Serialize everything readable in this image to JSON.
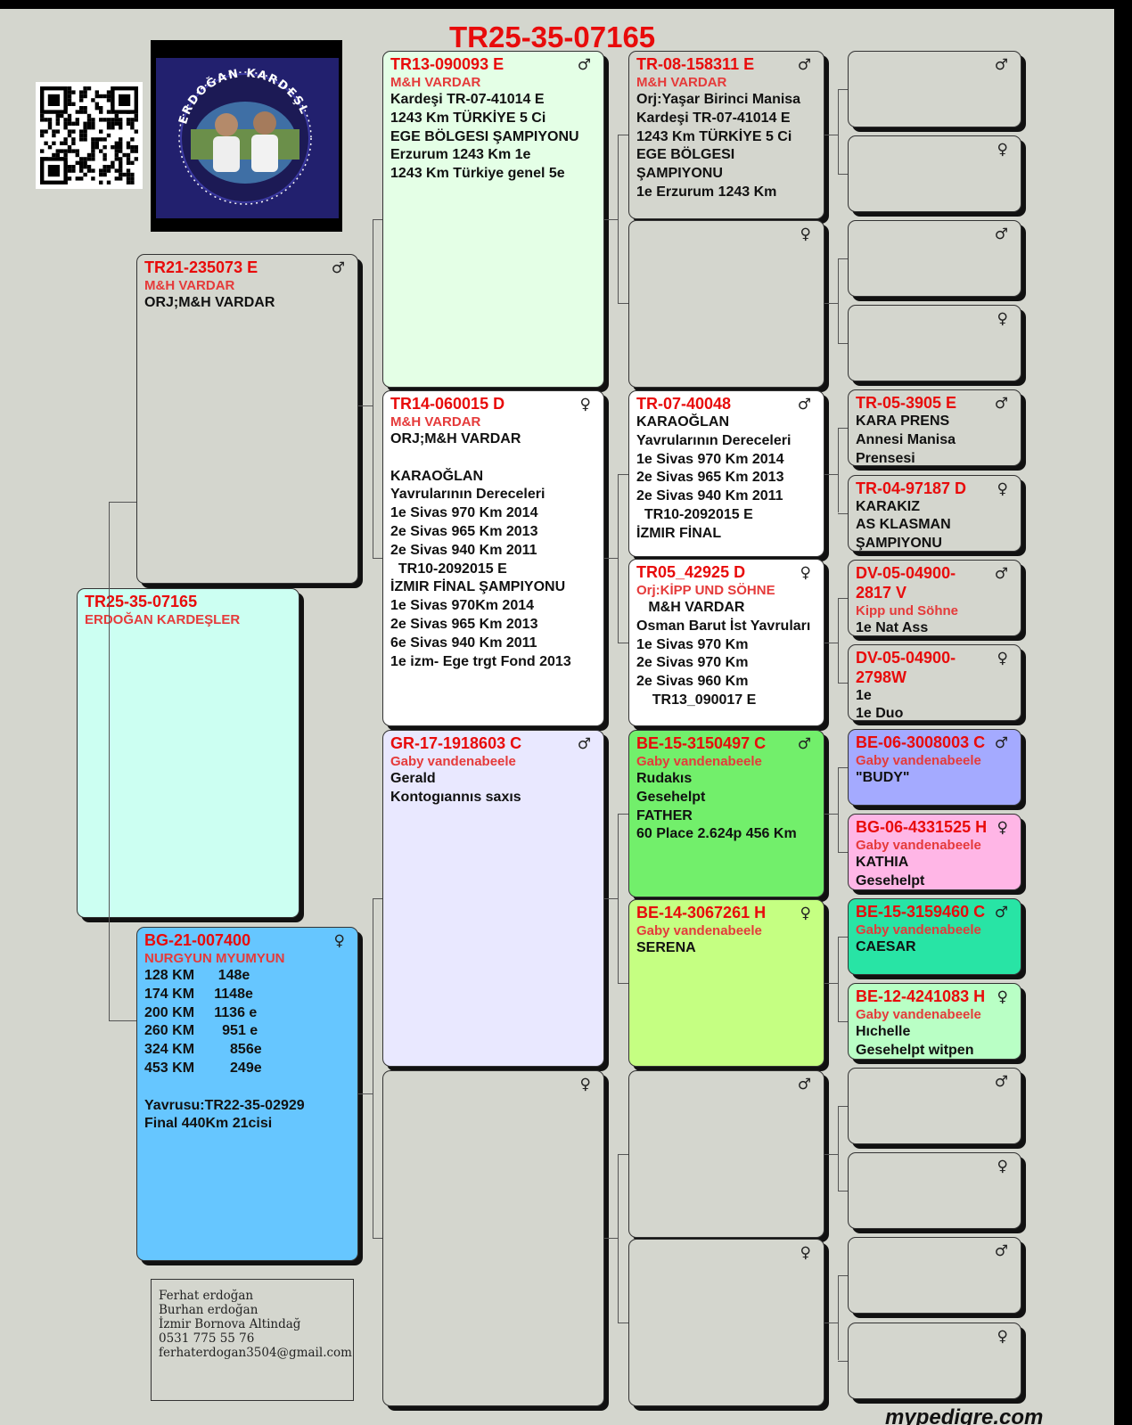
{
  "header": {
    "title": "TR25-35-07165",
    "footer": "mypedigre.com",
    "logo_alt": "ERDOĞAN KARDEŞLER PIGEON 35"
  },
  "contact": {
    "lines": [
      "Ferhat erdoğan",
      "Burhan erdoğan",
      "İzmir Bornova Altindağ",
      "0531 775 55 76",
      "",
      "ferhaterdogan3504@gmail.com"
    ]
  },
  "colors": {
    "ring": "#e80b0b",
    "breeder": "#e53a3a",
    "page_bg": "#d4d6ce"
  },
  "cards": [
    {
      "id": "subject",
      "ring": "TR25-35-07165",
      "breeder": "ERDOĞAN KARDEŞLER",
      "sex": "",
      "lines": []
    },
    {
      "id": "sire",
      "ring": "TR21-235073 E",
      "breeder": "M&H VARDAR",
      "sex": "♂",
      "lines": [
        "ORJ;M&H VARDAR"
      ]
    },
    {
      "id": "dam",
      "ring": "BG-21-007400",
      "breeder": "NURGYUN MYUMYUN",
      "sex": "♀",
      "lines": [
        "128 KM      148e",
        "174 KM     1148e",
        "200 KM     1136 e",
        "260 KM       951 e",
        "324 KM         856e",
        "453 KM         249e",
        "",
        "Yavrusu:TR22-35-02929",
        "Final 440Km 21cisi"
      ]
    },
    {
      "id": "ss",
      "ring": "TR13-090093 E",
      "breeder": "M&H VARDAR",
      "sex": "♂",
      "lines": [
        "Kardeşi TR-07-41014 E",
        "1243 Km TÜRKİYE 5 Ci",
        "EGE BÖLGESI ŞAMPIYONU",
        "Erzurum 1243 Km 1e",
        "1243 Km Türkiye genel 5e"
      ]
    },
    {
      "id": "sd",
      "ring": "TR14-060015 D",
      "breeder": "M&H VARDAR",
      "sex": "♀",
      "lines": [
        "ORJ;M&H VARDAR",
        "",
        "KARAOĞLAN",
        "Yavrularının Dereceleri",
        "1e Sivas 970 Km 2014",
        "2e Sivas 965 Km 2013",
        "2e Sivas 940 Km 2011",
        "  TR10-2092015 E",
        "İZMIR FİNAL ŞAMPIYONU",
        "1e Sivas 970Km 2014",
        "2e Sivas 965 Km 2013",
        "6e Sivas 940 Km 2011",
        "1e izm- Ege trgt Fond 2013"
      ]
    },
    {
      "id": "ds",
      "ring": "GR-17-1918603 C",
      "breeder": "Gaby vandenabeele",
      "sex": "♂",
      "lines": [
        "Gerald",
        "Kontogıannıs saxıs"
      ]
    },
    {
      "id": "dd",
      "ring": "",
      "breeder": "",
      "sex": "♀",
      "lines": []
    },
    {
      "id": "sss",
      "ring": "TR-08-158311 E",
      "breeder": "M&H VARDAR",
      "sex": "♂",
      "lines": [
        "Orj:Yaşar Birinci Manisa",
        "Kardeşi TR-07-41014 E",
        "1243 Km TÜRKİYE 5 Ci",
        "EGE BÖLGESI",
        "ŞAMPIYONU",
        "1e Erzurum 1243 Km"
      ]
    },
    {
      "id": "ssd",
      "ring": "",
      "breeder": "",
      "sex": "♀",
      "lines": []
    },
    {
      "id": "sds",
      "ring": "TR-07-40048",
      "breeder": "",
      "sex": "♂",
      "lines": [
        "KARAOĞLAN",
        "Yavrularının Dereceleri",
        "1e Sivas 970 Km 2014",
        "2e Sivas 965 Km 2013",
        "2e Sivas 940 Km 2011",
        "  TR10-2092015 E",
        "İZMIR FİNAL"
      ]
    },
    {
      "id": "sdd",
      "ring": "TR05_42925 D",
      "breeder": "Orj:KİPP UND SÖHNE",
      "sex": "♀",
      "lines": [
        "   M&H VARDAR",
        "Osman Barut İst Yavruları",
        "1e Sivas 970 Km",
        "2e Sivas 970 Km",
        "2e Sivas 960 Km",
        "    TR13_090017 E"
      ]
    },
    {
      "id": "dss",
      "ring": "BE-15-3150497 C",
      "breeder": "Gaby vandenabeele",
      "sex": "♂",
      "lines": [
        "Rudakıs",
        "Gesehelpt",
        "FATHER",
        "60 Place 2.624p 456 Km"
      ]
    },
    {
      "id": "dsd",
      "ring": "BE-14-3067261 H",
      "breeder": "Gaby vandenabeele",
      "sex": "♀",
      "lines": [
        "SERENA"
      ]
    },
    {
      "id": "dds",
      "ring": "",
      "breeder": "",
      "sex": "♂",
      "lines": []
    },
    {
      "id": "ddd",
      "ring": "",
      "breeder": "",
      "sex": "♀",
      "lines": []
    },
    {
      "id": "g4-1",
      "ring": "",
      "breeder": "",
      "sex": "♂",
      "lines": []
    },
    {
      "id": "g4-2",
      "ring": "",
      "breeder": "",
      "sex": "♀",
      "lines": []
    },
    {
      "id": "g4-3",
      "ring": "",
      "breeder": "",
      "sex": "♂",
      "lines": []
    },
    {
      "id": "g4-4",
      "ring": "",
      "breeder": "",
      "sex": "♀",
      "lines": []
    },
    {
      "id": "g4-5",
      "ring": "TR-05-3905 E",
      "breeder": "",
      "sex": "♂",
      "lines": [
        "KARA PRENS",
        "Annesi Manisa",
        "Prensesi"
      ]
    },
    {
      "id": "g4-6",
      "ring": "TR-04-97187 D",
      "breeder": "",
      "sex": "♀",
      "lines": [
        "KARAKIZ",
        "AS KLASMAN",
        "ŞAMPIYONU"
      ]
    },
    {
      "id": "g4-7",
      "ring": "DV-05-04900-2817 V",
      "breeder": "Kipp und Söhne",
      "sex": "♂",
      "lines": [
        "1e Nat Ass"
      ]
    },
    {
      "id": "g4-8",
      "ring": "DV-05-04900-2798W",
      "breeder": "",
      "sex": "♀",
      "lines": [
        "1e",
        "1e Duo"
      ]
    },
    {
      "id": "g4-9",
      "ring": "BE-06-3008003 C",
      "breeder": "Gaby vandenabeele",
      "sex": "♂",
      "lines": [
        "\"BUDY\""
      ]
    },
    {
      "id": "g4-10",
      "ring": "BG-06-4331525 H",
      "breeder": "Gaby vandenabeele",
      "sex": "♀",
      "lines": [
        "KATHIA",
        "Gesehelpt"
      ]
    },
    {
      "id": "g4-11",
      "ring": "BE-15-3159460 C",
      "breeder": "Gaby vandenabeele",
      "sex": "♂",
      "lines": [
        "CAESAR"
      ]
    },
    {
      "id": "g4-12",
      "ring": "BE-12-4241083 H",
      "breeder": "Gaby vandenabeele",
      "sex": "♀",
      "lines": [
        "Hıchelle",
        "Gesehelpt witpen"
      ]
    },
    {
      "id": "g4-13",
      "ring": "",
      "breeder": "",
      "sex": "♂",
      "lines": []
    },
    {
      "id": "g4-14",
      "ring": "",
      "breeder": "",
      "sex": "♀",
      "lines": []
    },
    {
      "id": "g4-15",
      "ring": "",
      "breeder": "",
      "sex": "♂",
      "lines": []
    },
    {
      "id": "g4-16",
      "ring": "",
      "breeder": "",
      "sex": "♀",
      "lines": []
    }
  ]
}
